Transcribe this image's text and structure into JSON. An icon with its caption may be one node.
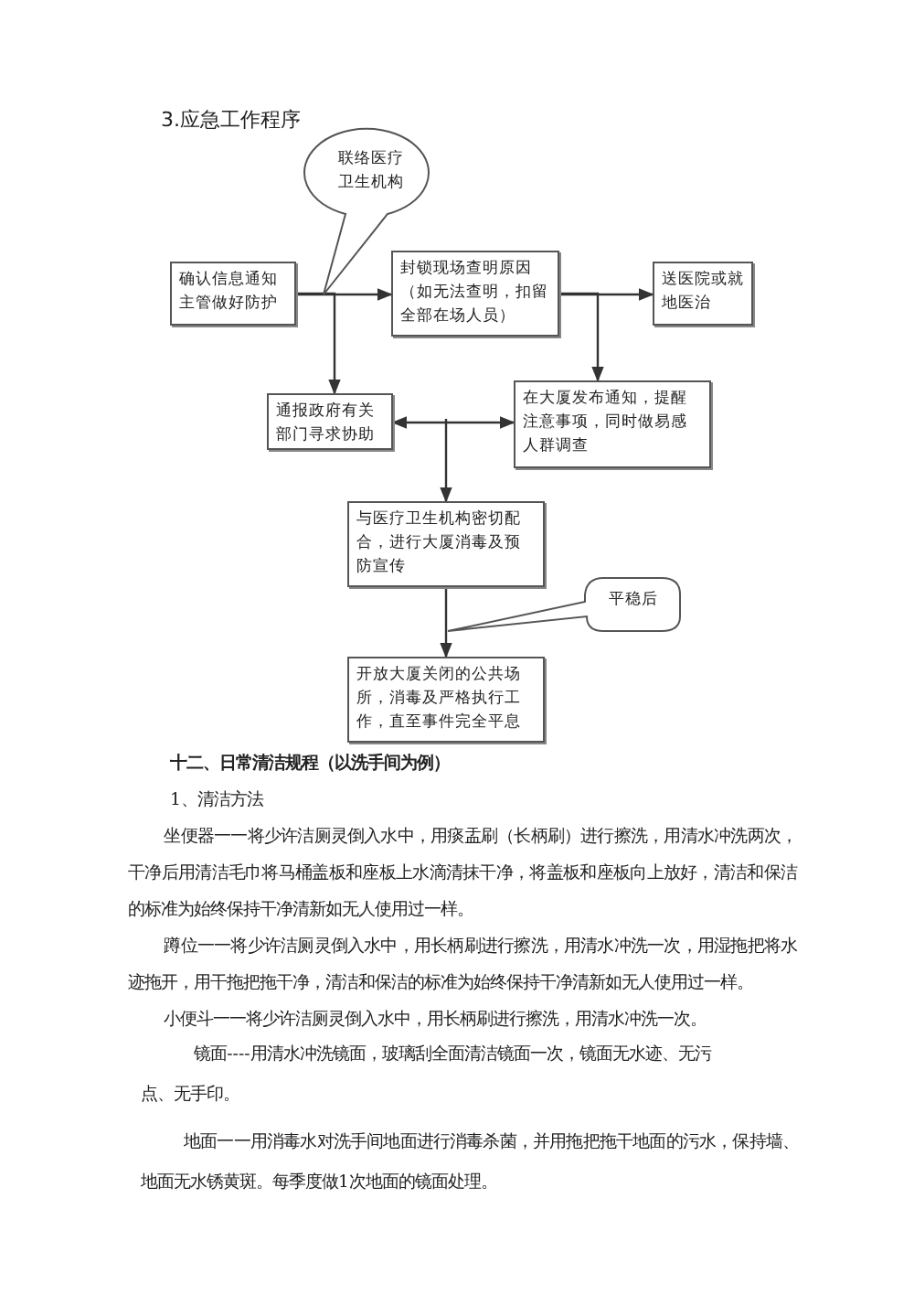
{
  "diagram": {
    "title": "3.应急工作程序",
    "nodes": [
      {
        "text": [
          "联络医疗卫生机构"
        ]
      },
      {
        "text": [
          "确认信息通知主管做好防护"
        ]
      },
      {
        "text": [
          "封锁现场查明原因（如无法查明，扣留全部在场人员）"
        ]
      },
      {
        "text": [
          "送医院或就地医治"
        ]
      },
      {
        "text": [
          "通报政府有关部门寻求协助"
        ]
      },
      {
        "text": [
          "在大厦发布通知，提醒注意事项，同时做易感人群调查"
        ]
      },
      {
        "text": [
          "与医疗卫生机构密切配合，进行大厦消毒及预防宣传"
        ]
      },
      {
        "text": [
          "平稳后"
        ]
      },
      {
        "text": [
          "开放大厦关闭的公共场所，消毒及严格执行工作，直至事件完全平息"
        ]
      }
    ],
    "edges": [
      {
        "from": 1,
        "to": 2,
        "arrow": "to"
      },
      {
        "from": 1,
        "to": 4,
        "arrow": "to"
      },
      {
        "from": 2,
        "to": 3,
        "arrow": "to"
      },
      {
        "from": 2,
        "to": 5,
        "arrow": "to"
      },
      {
        "from": 4,
        "to": 5,
        "arrow": "both"
      },
      {
        "from": null,
        "to": 6,
        "arrow": "to"
      },
      {
        "from": 6,
        "to": 8,
        "arrow": "to"
      }
    ],
    "labels": [
      "十二、日常清洁规程（以洗手间为例）",
      "1、清洁方法",
      "坐便器一一将少许洁厕灵倒入水中，用痰盂刷（长柄刷）进行擦洗，用清水冲洗两次，干净后用清洁毛巾将马桶盖板和座板上水滴清抹干净，将盖板和座板向上放好，清洁和保洁的标准为始终保持干净清新如无人使用过一样。",
      "蹲位一一将少许洁厕灵倒入水中，用长柄刷进行擦洗，用清水冲洗一次，用湿拖把将水迹拖开，用干拖把拖干净，清洁和保洁的标准为始终保持干净清新如无人使用过一样。",
      "小便斗一一将少许洁厕灵倒入水中，用长柄刷进行擦洗，用清水冲洗一次。",
      "镜面----用清水冲洗镜面，玻璃刮全面清洁镜面一次，镜面无水迹、无污点、无手印。",
      "地面一一用消毒水对洗手间地面进行消毒杀菌，并用拖把拖干地面的污水，保持墙、地面无水锈黄斑。每季度做1次地面的镜面处理。"
    ]
  }
}
